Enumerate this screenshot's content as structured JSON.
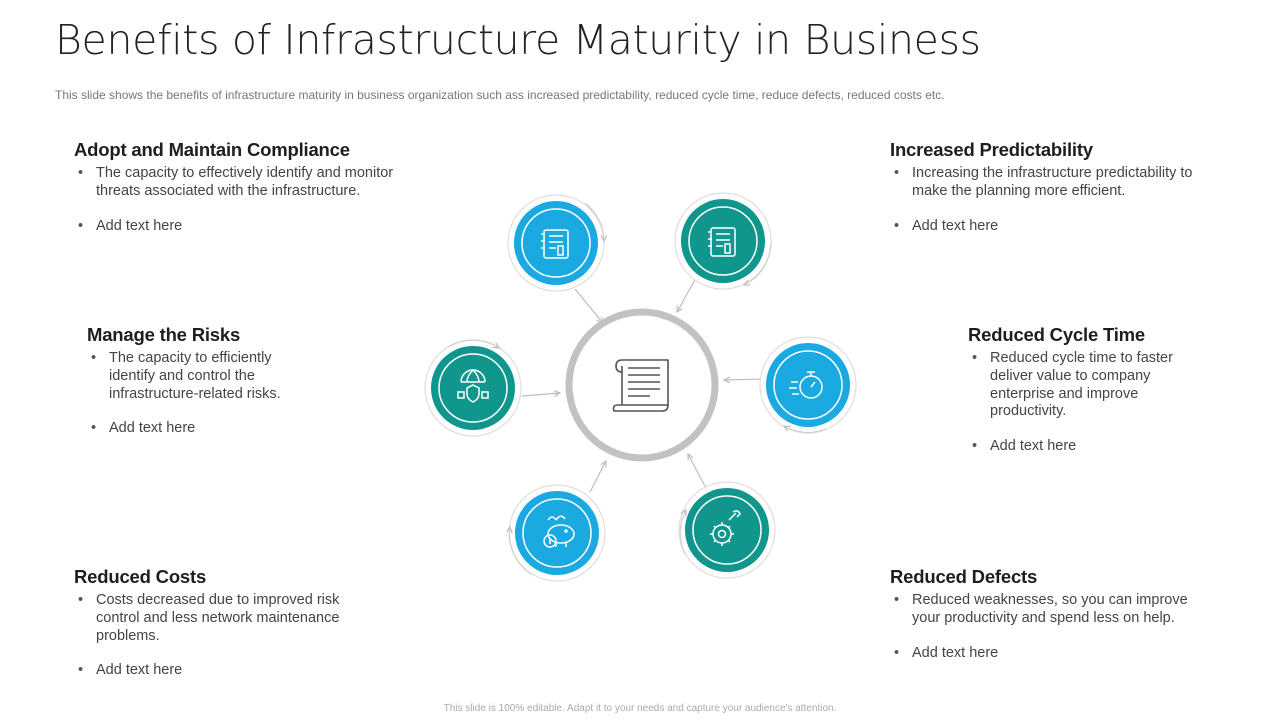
{
  "title": "Benefits of Infrastructure Maturity in Business",
  "subtitle": "This slide shows the benefits of infrastructure  maturity in business organization  such ass increased predictability, reduced  cycle time, reduce defects, reduced  costs etc.",
  "footer": "This slide is 100% editable. Adapt it to your needs and capture your audience's attention.",
  "colors": {
    "blue": "#1ba9e1",
    "teal": "#10968c",
    "ring": "#c2c2c2",
    "arrow": "#bdbdbd"
  },
  "center": {
    "icon": "scroll-document-icon"
  },
  "nodes": [
    {
      "icon": "checklist-notebook-icon",
      "color": "blue"
    },
    {
      "icon": "checklist-notebook-icon",
      "color": "teal"
    },
    {
      "icon": "stopwatch-icon",
      "color": "blue"
    },
    {
      "icon": "gear-wrench-icon",
      "color": "teal"
    },
    {
      "icon": "piggy-bank-coin-icon",
      "color": "blue"
    },
    {
      "icon": "globe-shield-icon",
      "color": "teal"
    }
  ],
  "blocks": {
    "compliance": {
      "heading": "Adopt and Maintain Compliance",
      "bullets": [
        "The capacity to effectively identify and monitor threats associated with the infrastructure.",
        "Add text here"
      ]
    },
    "risks": {
      "heading": "Manage the Risks",
      "bullets": [
        "The capacity to efficiently identify and control the infrastructure-related risks.",
        "Add text here"
      ]
    },
    "costs": {
      "heading": "Reduced Costs",
      "bullets": [
        "Costs decreased due to improved risk control and less network maintenance problems.",
        "Add text here"
      ]
    },
    "predictability": {
      "heading": "Increased Predictability",
      "bullets": [
        "Increasing the infrastructure predictability to make the planning more efficient.",
        "Add text here"
      ]
    },
    "cycle": {
      "heading": "Reduced Cycle Time",
      "bullets": [
        "Reduced cycle time to faster deliver value to company enterprise and improve productivity.",
        "Add text here"
      ]
    },
    "defects": {
      "heading": "Reduced Defects",
      "bullets": [
        "Reduced weaknesses, so you can improve your productivity and spend less on help.",
        "Add text here"
      ]
    }
  }
}
